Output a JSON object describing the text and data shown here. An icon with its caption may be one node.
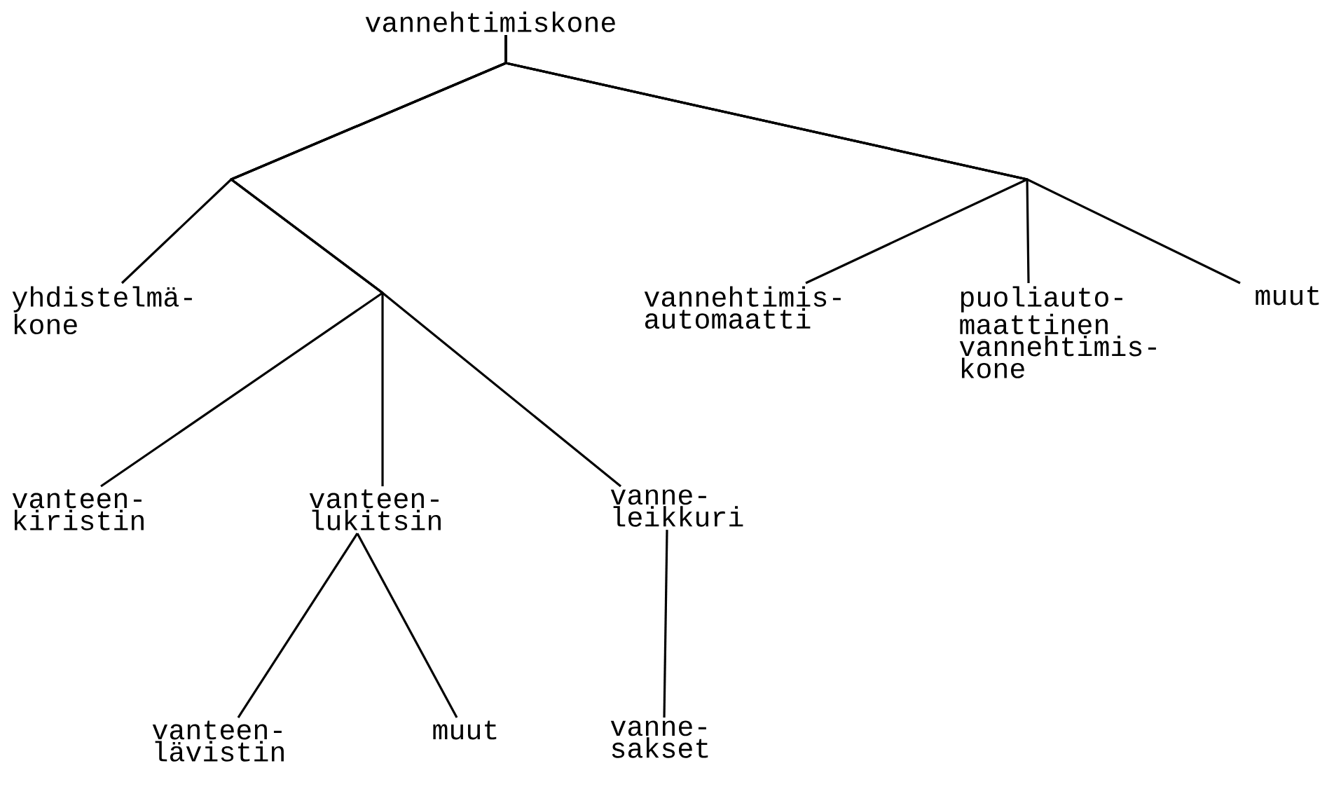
{
  "diagram": {
    "nodes": [
      {
        "text": [
          "vannehtimiskone"
        ]
      },
      {
        "text": [
          "yhdistelmä- kone"
        ]
      },
      {
        "text": [
          "vannehtimis- automaatti"
        ]
      },
      {
        "text": [
          "puoliauto- maattinen vannehtimis- kone"
        ]
      },
      {
        "text": [
          "muut"
        ]
      },
      {
        "text": [
          "vanteen- kiristin"
        ]
      },
      {
        "text": [
          "vanteen- lukitsin"
        ]
      },
      {
        "text": [
          "vanne- leikkuri"
        ]
      },
      {
        "text": [
          "vanteen- lävistin"
        ]
      },
      {
        "text": [
          "muut"
        ]
      },
      {
        "text": [
          "vanne- sakset"
        ]
      }
    ],
    "edges": [
      {
        "from": 0,
        "to": 1,
        "arrow": "none"
      },
      {
        "from": 0,
        "to": 5,
        "arrow": "none"
      },
      {
        "from": 0,
        "to": 6,
        "arrow": "none"
      },
      {
        "from": 0,
        "to": 7,
        "arrow": "none"
      },
      {
        "from": 0,
        "to": 2,
        "arrow": "none"
      },
      {
        "from": 0,
        "to": 3,
        "arrow": "none"
      },
      {
        "from": 0,
        "to": 4,
        "arrow": "none"
      },
      {
        "from": 6,
        "to": 8,
        "arrow": "none"
      },
      {
        "from": 6,
        "to": 9,
        "arrow": "none"
      },
      {
        "from": 7,
        "to": 10,
        "arrow": "none"
      }
    ]
  }
}
